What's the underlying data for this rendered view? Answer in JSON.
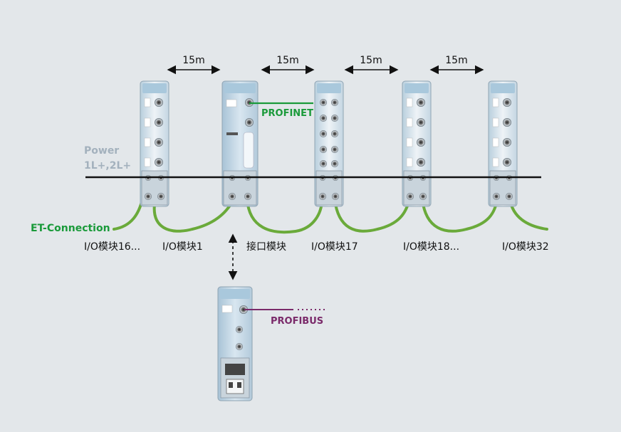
{
  "distances": [
    "15m",
    "15m",
    "15m",
    "15m"
  ],
  "labels": {
    "power_line1": "Power",
    "power_line2": "1L+,2L+",
    "et_connection": "ET-Connection",
    "profinet": "PROFINET",
    "profibus": "PROFIBUS"
  },
  "modules": [
    {
      "caption": "I/O模块16..."
    },
    {
      "caption": "I/O模块1"
    },
    {
      "caption": "接口模块"
    },
    {
      "caption": "I/O模块17"
    },
    {
      "caption": "I/O模块18..."
    },
    {
      "caption": "I/O模块32"
    }
  ],
  "colors": {
    "background": "#e3e7ea",
    "et_cable": "#6aaa3a",
    "profinet": "#1a9a3a",
    "profibus": "#7a2a6a",
    "power_text": "#a3b1bd",
    "power_line": "#111111",
    "module_body": "#dfe8ef",
    "module_top": "#a9c8dc"
  }
}
